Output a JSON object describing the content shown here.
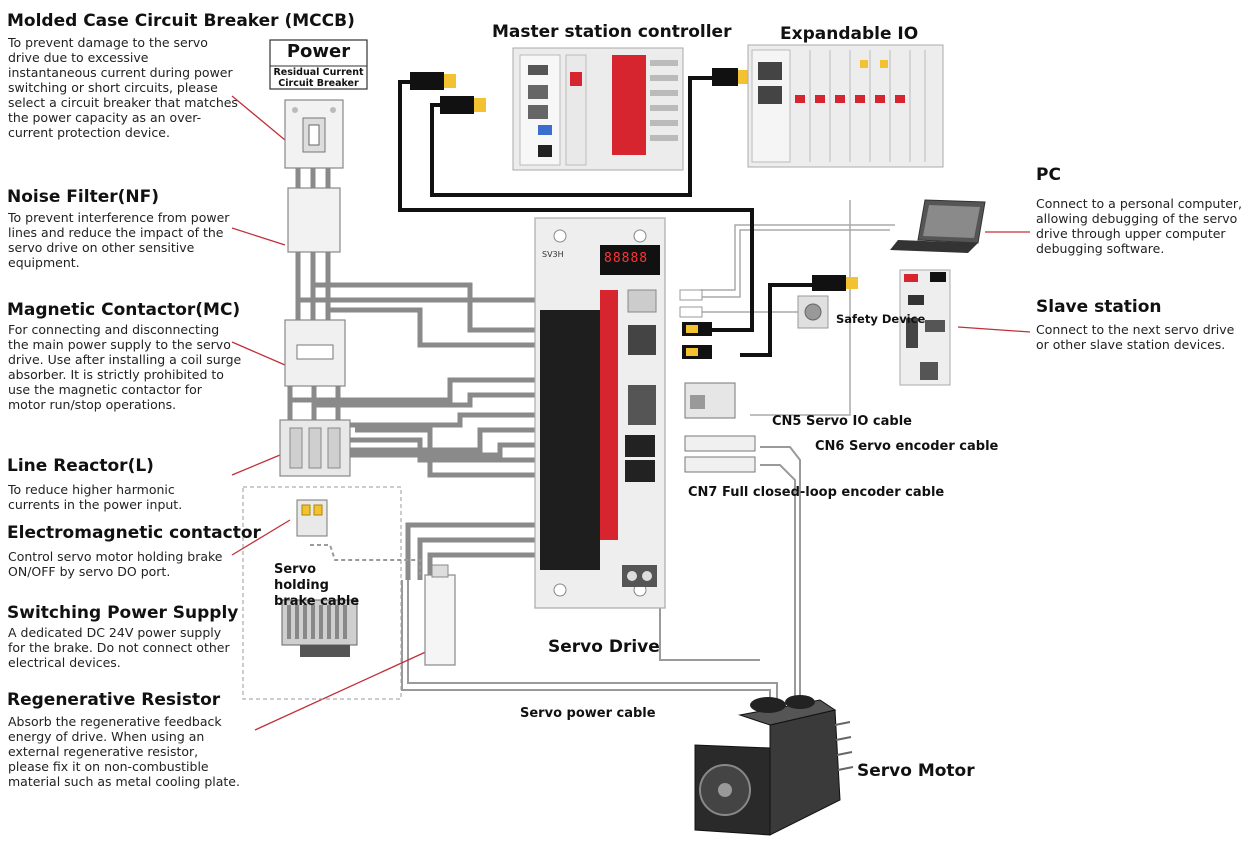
{
  "left": {
    "mccb": {
      "title": "Molded Case Circuit Breaker (MCCB)",
      "desc": "To prevent damage to the servo drive due to excessive instantaneous current during power switching or short circuits, please select a circuit breaker that matches the power capacity as an over-current protection device."
    },
    "nf": {
      "title": "Noise Filter(NF)",
      "desc": "To prevent interference from power lines and reduce the impact of the servo drive on other sensitive equipment."
    },
    "mc": {
      "title": "Magnetic Contactor(MC)",
      "desc": "For connecting and disconnecting the main power supply to the servo drive. Use after installing a coil surge absorber. It is strictly prohibited to use the magnetic contactor for motor run/stop operations."
    },
    "reactor": {
      "title": "Line Reactor(L)",
      "desc": "To reduce higher harmonic currents in the power input."
    },
    "emc": {
      "title": "Electromagnetic contactor",
      "desc": "Control servo motor holding brake ON/OFF by servo DO port."
    },
    "sps": {
      "title": "Switching Power Supply",
      "desc": "A dedicated DC 24V power supply for the brake. Do not connect other electrical devices."
    },
    "regen": {
      "title": "Regenerative Resistor",
      "desc": "Absorb the regenerative feedback energy of drive. When using an external regenerative resistor, please fix it on non-combustible material such as metal cooling plate."
    }
  },
  "power_box": {
    "title": "Power",
    "subtitle": "Residual Current Circuit Breaker"
  },
  "top": {
    "master": "Master station controller",
    "expand": "Expandable IO"
  },
  "right": {
    "pc": {
      "title": "PC",
      "desc": "Connect to a personal computer, allowing debugging of the servo drive through upper computer debugging software."
    },
    "slave": {
      "title": "Slave station",
      "desc": "Connect to the next servo drive or other slave station devices."
    }
  },
  "labels": {
    "safety": "Safety Device",
    "cn5": "CN5 Servo IO cable",
    "cn6": "CN6 Servo encoder cable",
    "cn7": "CN7 Full closed-loop encoder cable",
    "brake_cable": "Servo holding brake cable",
    "servo_drive": "Servo Drive",
    "power_cable": "Servo power cable",
    "servo_motor": "Servo Motor",
    "drive_model": "SV3H",
    "display": "88888"
  },
  "colors": {
    "leader": "#c0303a",
    "cable": "#808080",
    "ethernet": "#111111",
    "accent_red": "#d6252f",
    "yellow": "#f2c230"
  }
}
